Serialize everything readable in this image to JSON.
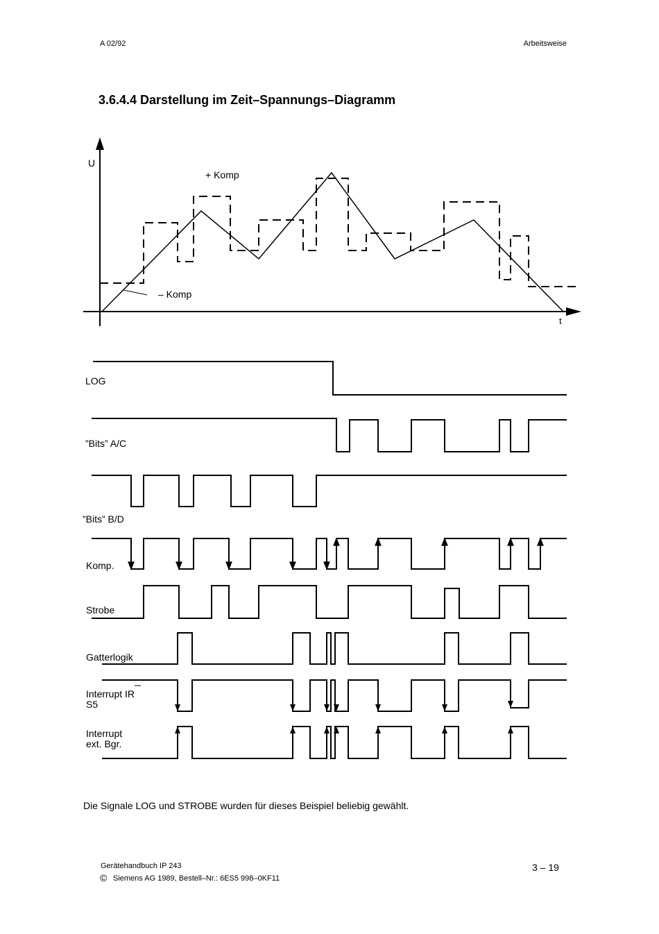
{
  "header": {
    "left": "A  02/92",
    "right": "Arbeitsweise"
  },
  "section_title": "3.6.4.4 Darstellung im Zeit–Spannungs–Diagramm",
  "voltage_diagram": {
    "axis_y_label": "U",
    "axis_x_label": "t",
    "label_plus": "+ Komp",
    "label_minus": "–  Komp"
  },
  "signals": {
    "log": "LOG",
    "bits_ac": "”Bits” A/C",
    "bits_bd": "”Bits” B/D",
    "komp": "Komp.",
    "strobe": "Strobe",
    "gatter": "Gatterlogik",
    "int_ir_line1": "Interrupt IR",
    "int_ir_line2": "S5",
    "int_ext_line1": "Interrupt",
    "int_ext_line2": "ext. Bgr."
  },
  "note": "Die Signale LOG und STROBE wurden für dieses Beispiel beliebig gewählt.",
  "footer": {
    "line1": "Gerätehandbuch IP 243",
    "copyright_symbol": "©",
    "line2": "Siemens AG 1989, Bestell–Nr.: 6ES5 998–0KF11",
    "page": "3 – 19"
  }
}
